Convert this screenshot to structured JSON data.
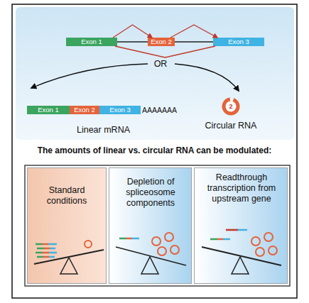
{
  "diagram": {
    "title": "The amounts of linear vs. circular RNA can be modulated:",
    "nodes": [
      {
        "text": [
          "Exon 1"
        ]
      },
      {
        "text": [
          "Exon 2"
        ]
      },
      {
        "text": [
          "Exon 3"
        ]
      },
      {
        "text": [
          "AAAAAAA",
          "Linear mRNA"
        ]
      },
      {
        "text": [
          "Exon 1"
        ],
        "in": 3
      },
      {
        "text": [
          "Exon 2"
        ],
        "in": 3
      },
      {
        "text": [
          "Exon 3"
        ],
        "in": 3
      },
      {
        "text": [
          "2",
          "Circular RNA"
        ]
      },
      {
        "text": [
          "Standard conditions"
        ]
      },
      {
        "text": [
          "Depletion of spliceosome components"
        ]
      },
      {
        "text": [
          "Readthrough transcription from upstream gene"
        ]
      }
    ],
    "edges": [
      {
        "from": 0,
        "to": 1,
        "arrow": "to"
      },
      {
        "from": 1,
        "to": 2,
        "arrow": "to"
      },
      {
        "from": 0,
        "to": 2,
        "arrow": "none"
      }
    ],
    "labels": [
      "OR"
    ]
  }
}
